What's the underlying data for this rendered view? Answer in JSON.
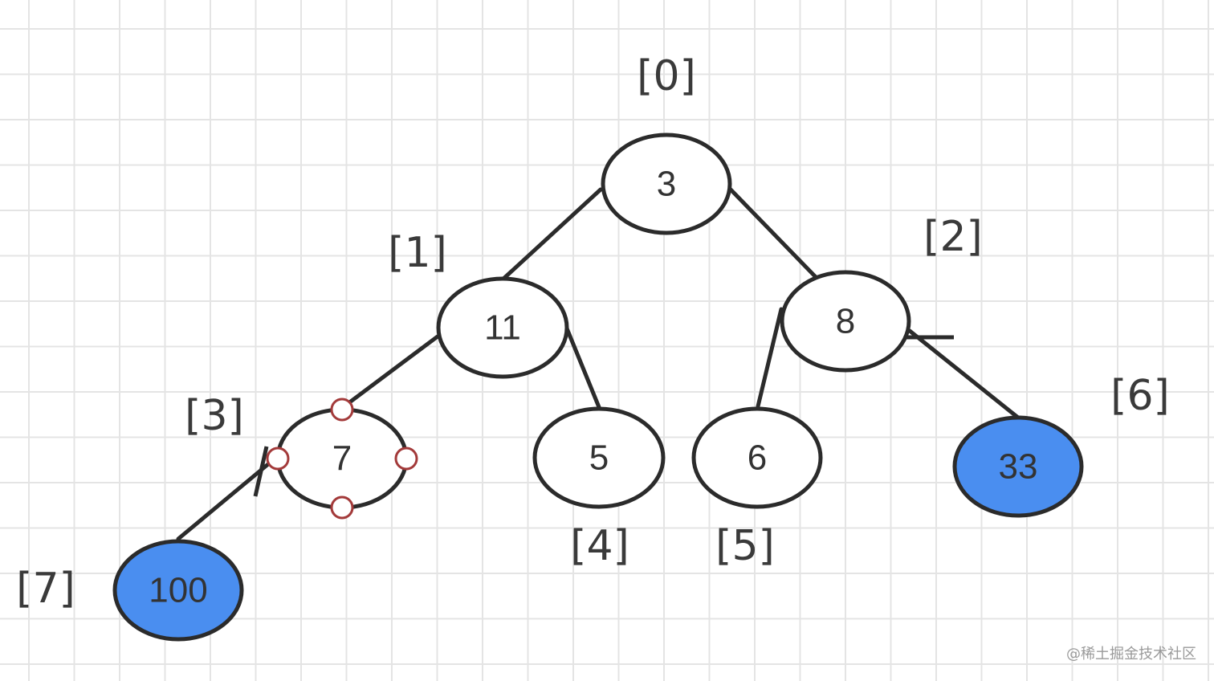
{
  "colors": {
    "highlight_fill": "#4a8ef0",
    "node_fill": "#ffffff",
    "stroke": "#2b2b2b",
    "handle": "#a33a3a",
    "grid": "#e4e4e4"
  },
  "nodes": [
    {
      "id": "n0",
      "value": "3",
      "index": "[0]",
      "highlighted": false
    },
    {
      "id": "n1",
      "value": "11",
      "index": "[1]",
      "highlighted": false
    },
    {
      "id": "n2",
      "value": "8",
      "index": "[2]",
      "highlighted": false
    },
    {
      "id": "n3",
      "value": "7",
      "index": "[3]",
      "highlighted": false,
      "selected": true
    },
    {
      "id": "n4",
      "value": "5",
      "index": "[4]",
      "highlighted": false
    },
    {
      "id": "n5",
      "value": "6",
      "index": "[5]",
      "highlighted": false
    },
    {
      "id": "n6",
      "value": "33",
      "index": "[6]",
      "highlighted": true
    },
    {
      "id": "n7",
      "value": "100",
      "index": "[7]",
      "highlighted": true
    }
  ],
  "edges": [
    {
      "from": "n0",
      "to": "n1"
    },
    {
      "from": "n0",
      "to": "n2"
    },
    {
      "from": "n1",
      "to": "n3"
    },
    {
      "from": "n1",
      "to": "n4"
    },
    {
      "from": "n2",
      "to": "n5"
    },
    {
      "from": "n2",
      "to": "n6"
    },
    {
      "from": "n3",
      "to": "n7"
    }
  ],
  "watermark": "@稀土掘金技术社区"
}
